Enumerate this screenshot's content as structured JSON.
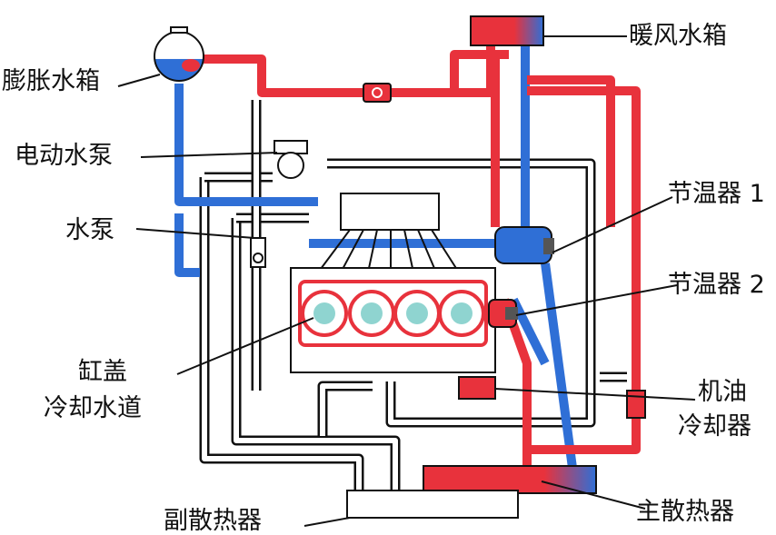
{
  "labels": {
    "expansion_tank": "膨胀水箱",
    "electric_pump": "电动水泵",
    "water_pump": "水泵",
    "head_jacket_line1": "缸盖",
    "head_jacket_line2": "冷却水道",
    "heater_core": "暖风水箱",
    "thermostat_1": "节温器 1",
    "thermostat_2": "节温器 2",
    "oil_cooler_line1": "机油",
    "oil_cooler_line2": "冷却器",
    "main_radiator": "主散热器",
    "aux_radiator": "副散热器"
  },
  "colors": {
    "hot": "#e8323c",
    "cold": "#2f6fd6",
    "hose": "#111111"
  }
}
